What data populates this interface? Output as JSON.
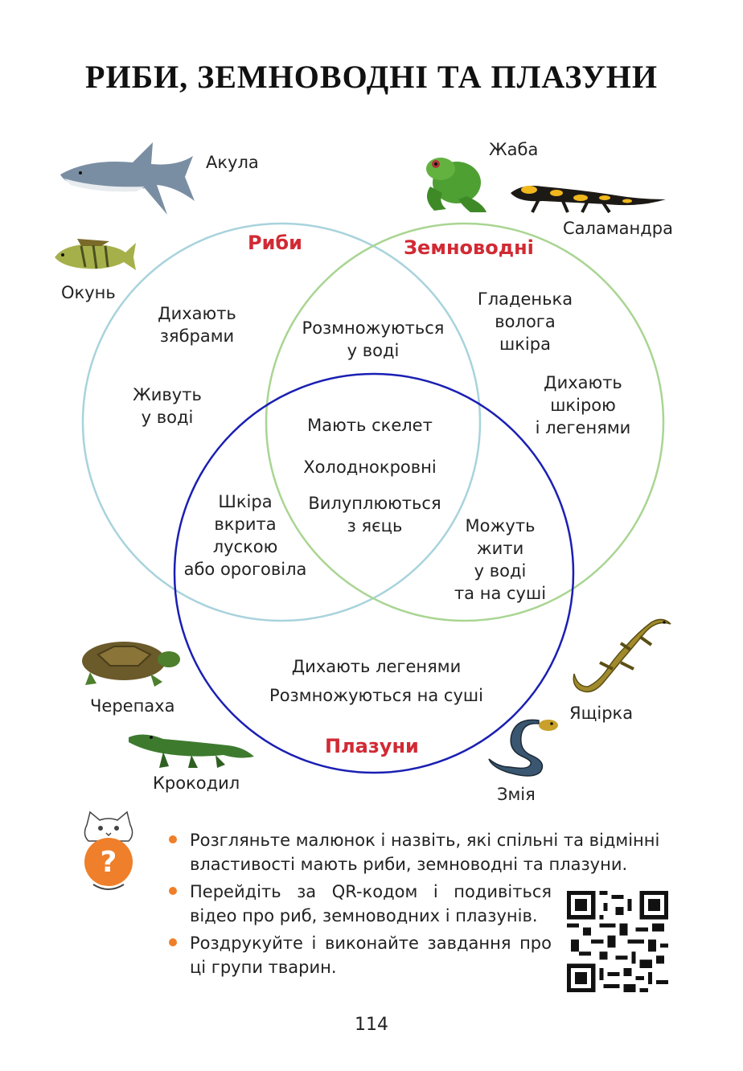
{
  "title": "РИБИ, ЗЕМНОВОДНІ ТА ПЛАЗУНИ",
  "colors": {
    "fish_circle": "#a8d3dc",
    "amphibian_circle": "#a9d592",
    "reptile_circle": "#1a1fb3",
    "set_label": "#d12a34",
    "bullet": "#ef7f2a"
  },
  "sets": {
    "fish": "Риби",
    "amphibians": "Земноводні",
    "reptiles": "Плазуни"
  },
  "regions": {
    "fish_only_1": "Дихають\nзябрами",
    "fish_only_2": "Живуть\nу воді",
    "fish_amphibians": "Розмножуються\nу воді",
    "amphibians_only_1": "Гладенька\nволога\nшкіра",
    "amphibians_only_2": "Дихають\nшкірою\nі легенями",
    "all_1": "Мають скелет",
    "all_2": "Холоднокровні",
    "all_3": "Вилуплюються\nз яєць",
    "fish_reptiles": "Шкіра\nвкрита\nлускою\nабо ороговіла",
    "amphibians_reptiles": "Можуть\nжити\nу воді\nта на суші",
    "reptiles_only_1": "Дихають легенями",
    "reptiles_only_2": "Розмножуються на суші"
  },
  "animals": {
    "shark": "Акула",
    "perch": "Окунь",
    "frog": "Жаба",
    "salamander": "Саламандра",
    "turtle": "Черепаха",
    "crocodile": "Крокодил",
    "lizard": "Ящірка",
    "snake": "Змія"
  },
  "tasks": [
    "Розгляньте малюнок і назвіть, які спільні та відмінні властивості мають риби, земноводні та плазуни.",
    "Перейдіть за QR-кодом і подивіться відео про риб, земноводних і плазунів.",
    "Роздрукуйте і виконайте завдання про ці групи тварин."
  ],
  "help_icon": "question-mark-icon",
  "page_number": "114"
}
